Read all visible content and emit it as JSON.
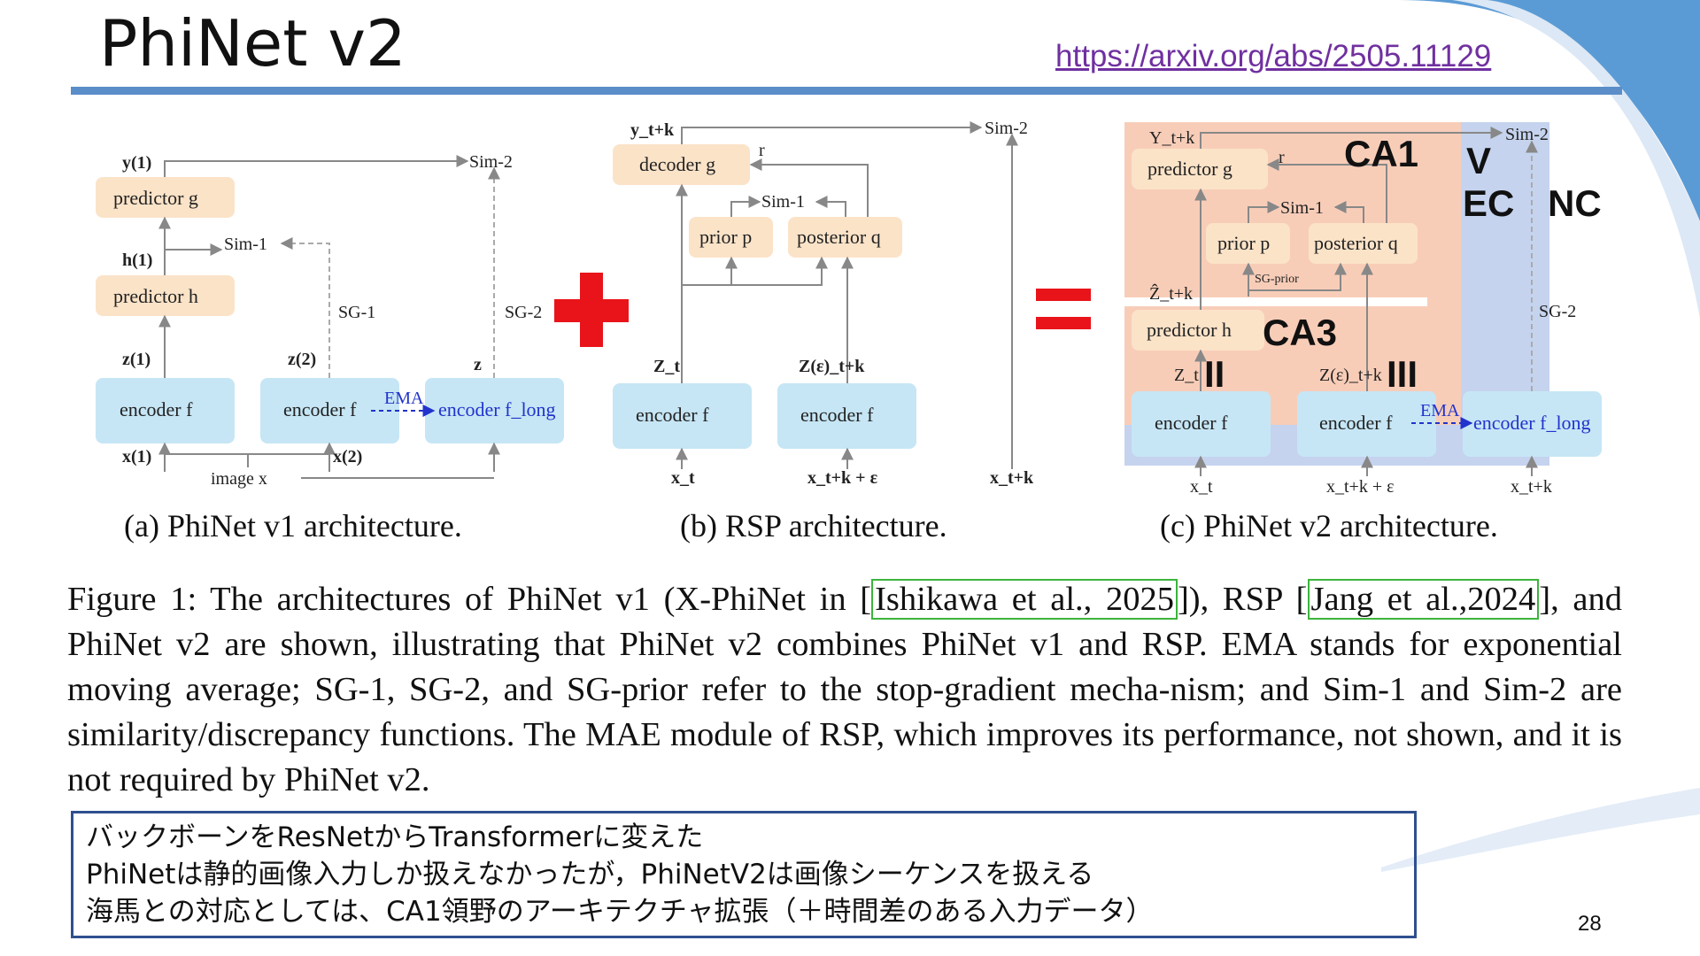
{
  "slide": {
    "title": "PhiNet v2",
    "link": "https://arxiv.org/abs/2505.11129",
    "page_number": "28"
  },
  "figure": {
    "panel_a": {
      "caption": "(a) PhiNet v1 architecture.",
      "boxes": [
        "predictor g",
        "predictor h",
        "encoder f",
        "encoder f",
        "encoder f_long"
      ],
      "labels": [
        "y(1)",
        "h(1)",
        "z(1)",
        "z(2)",
        "z",
        "x(1)",
        "x(2)",
        "image x",
        "Sim-2",
        "Sim-1",
        "SG-1",
        "SG-2",
        "EMA"
      ]
    },
    "panel_b": {
      "caption": "(b) RSP architecture.",
      "boxes": [
        "decoder g",
        "prior p",
        "posterior q",
        "encoder f",
        "encoder f"
      ],
      "labels": [
        "y_t+k",
        "r",
        "Sim-2",
        "Sim-1",
        "Z_t",
        "Z(ε)_t+k",
        "x_t",
        "x_t+k + ε",
        "x_t+k"
      ]
    },
    "panel_c": {
      "caption": "(c) PhiNet v2 architecture.",
      "boxes": [
        "predictor g",
        "prior p",
        "posterior q",
        "predictor h",
        "encoder f",
        "encoder f",
        "encoder f_long"
      ],
      "labels": [
        "Y_t+k",
        "r",
        "Sim-2",
        "Sim-1",
        "SG-prior",
        "Ẑ_t+k",
        "Z_t",
        "Z(ε)_t+k",
        "SG-2",
        "EMA",
        "x_t",
        "x_t+k + ε",
        "x_t+k"
      ],
      "region_labels": [
        "CA1",
        "V",
        "EC",
        "NC",
        "CA3",
        "II",
        "III"
      ]
    },
    "plus_sign": "+",
    "equals_sign": "="
  },
  "caption": {
    "prefix": "Figure 1: The architectures of PhiNet v1 (X-PhiNet in [",
    "cite1_name": "Ishikawa et al.",
    "cite1_sep": ", ",
    "cite1_year": "2025",
    "mid1": "]), RSP [",
    "cite2_name": "Jang et al.",
    "cite2_sep": ",",
    "cite2_year": "2024",
    "rest": "], and PhiNet v2 are shown, illustrating that PhiNet v2 combines PhiNet v1 and RSP. EMA stands for exponential moving average; SG-1, SG-2, and SG-prior refer to the stop-gradient mecha-nism; and Sim-1 and Sim-2 are similarity/discrepancy functions. The MAE module of RSP, which improves its performance, not shown, and it is not required by PhiNet v2."
  },
  "notes": [
    "バックボーンをResNetからTransformerに変えた",
    "PhiNetは静的画像入力しか扱えなかったが，PhiNetV2は画像シーケンスを扱える",
    "海馬との対応としては、CA1領野のアーキテクチャ拡張（＋時間差のある入力データ）"
  ],
  "colors": {
    "accent_rule": "#5B8DC9",
    "link": "#7030A0",
    "predictor_box": "#FBE3C8",
    "encoder_box": "#C6E6F5",
    "ca_region": "#F8CDB8",
    "nc_region": "#C5D3EE",
    "plus_equals": "#E8141A",
    "cite_border": "#3cb43c",
    "note_border": "#2F4F8F"
  }
}
